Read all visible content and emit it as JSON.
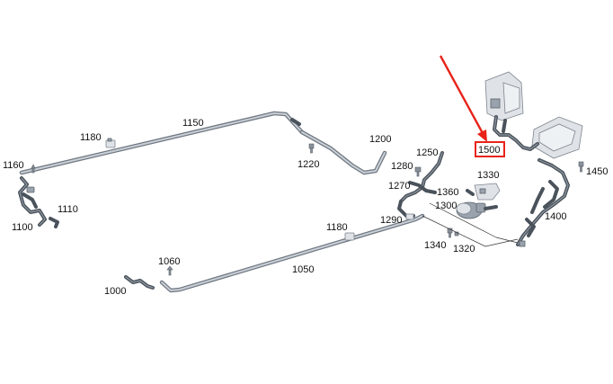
{
  "labels": {
    "l1000": "1000",
    "l1050": "1050",
    "l1060": "1060",
    "l1100": "1100",
    "l1110": "1110",
    "l1150": "1150",
    "l1160": "1160",
    "l1180a": "1180",
    "l1180b": "1180",
    "l1200": "1200",
    "l1220": "1220",
    "l1250": "1250",
    "l1270": "1270",
    "l1280": "1280",
    "l1290": "1290",
    "l1300": "1300",
    "l1320": "1320",
    "l1330": "1330",
    "l1340": "1340",
    "l1360": "1360",
    "l1400": "1400",
    "l1450": "1450",
    "l1500": "1500"
  },
  "colors": {
    "highlight_box": "#e8231a",
    "arrow": "#e8231a",
    "text": "#111111"
  }
}
